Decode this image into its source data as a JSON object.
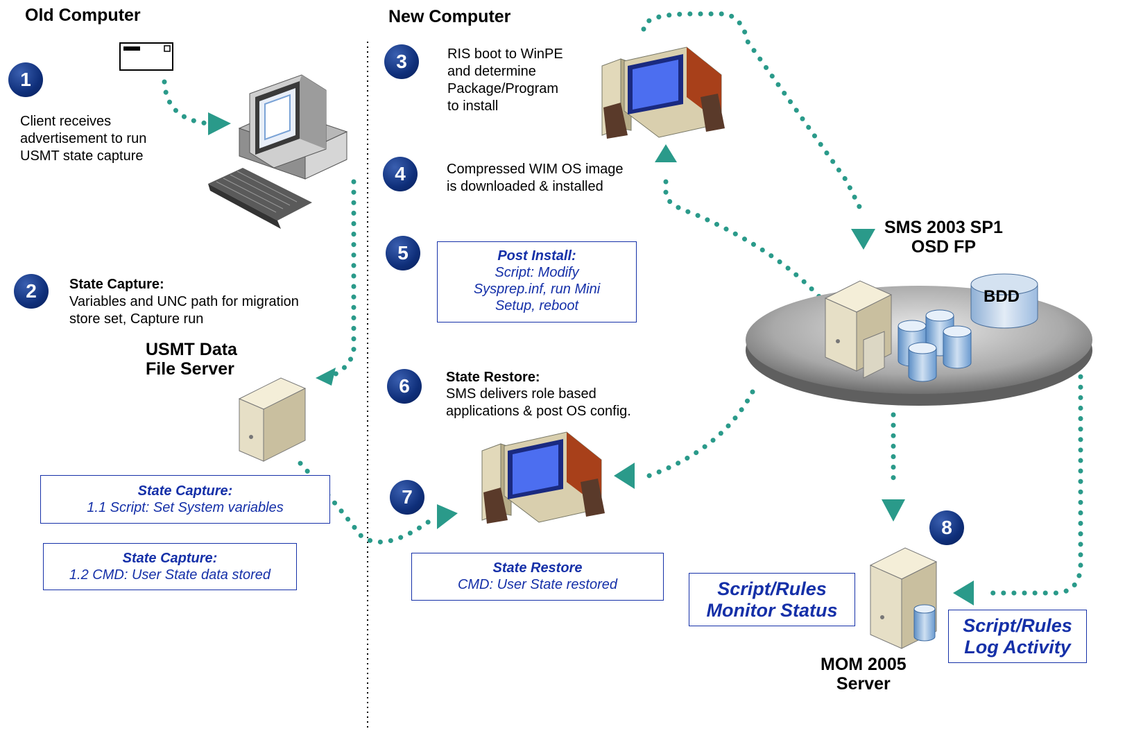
{
  "headings": {
    "old": "Old Computer",
    "new": "New Computer"
  },
  "steps": {
    "s1": {
      "num": "1",
      "text": "Client receives\nadvertisement to run\nUSMT state capture"
    },
    "s2": {
      "num": "2",
      "title": "State Capture:",
      "text": "Variables and UNC path for migration\nstore set, Capture run"
    },
    "s3": {
      "num": "3",
      "text": "RIS boot to WinPE\nand determine\nPackage/Program\nto install"
    },
    "s4": {
      "num": "4",
      "text": "Compressed WIM OS image\nis downloaded & installed"
    },
    "s5": {
      "num": "5"
    },
    "s6": {
      "num": "6",
      "title": "State Restore:",
      "text": "SMS delivers role based\napplications & post OS config."
    },
    "s7": {
      "num": "7"
    },
    "s8": {
      "num": "8"
    }
  },
  "boxes": {
    "post_install": {
      "title": "Post Install:",
      "body": "Script: Modify\nSysprep.inf, run Mini\nSetup, reboot"
    },
    "capture1": {
      "title": "State Capture:",
      "body": "1.1 Script: Set System variables"
    },
    "capture2": {
      "title": "State Capture:",
      "body": "1.2 CMD: User State data stored"
    },
    "restore": {
      "title": "State Restore",
      "body": "CMD: User State restored"
    },
    "monitor": {
      "text": "Script/Rules\nMonitor Status"
    },
    "log": {
      "text": "Script/Rules\nLog Activity"
    }
  },
  "labels": {
    "usmt_server": "USMT Data\nFile Server",
    "sms": "SMS 2003 SP1\nOSD FP",
    "bdd": "BDD",
    "mom": "MOM 2005\nServer"
  },
  "colors": {
    "arrow": "#2a9a8a",
    "badge": "#0f2f7a",
    "box_text": "#1530a8"
  }
}
